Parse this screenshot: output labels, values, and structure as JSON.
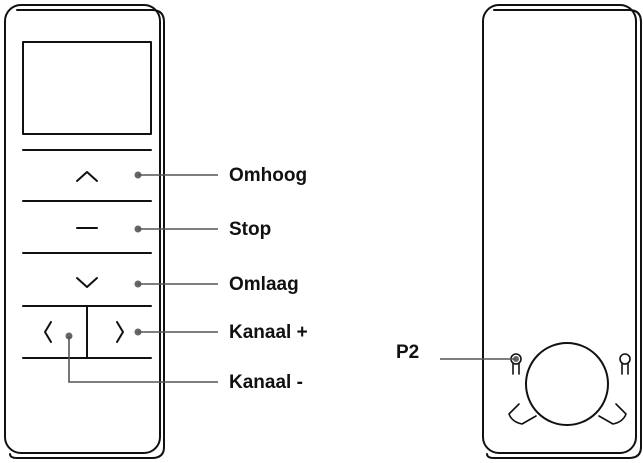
{
  "labels": {
    "up": "Omhoog",
    "stop": "Stop",
    "down": "Omlaag",
    "channel_plus": "Kanaal +",
    "channel_minus": "Kanaal -",
    "p2": "P2"
  },
  "colors": {
    "outline": "#111111",
    "leader": "#555555",
    "dot": "#666666",
    "background": "#ffffff"
  },
  "icons": {
    "up": "chevron-up-icon",
    "stop": "minus-icon",
    "down": "chevron-down-icon",
    "left": "chevron-left-icon",
    "right": "chevron-right-icon"
  }
}
